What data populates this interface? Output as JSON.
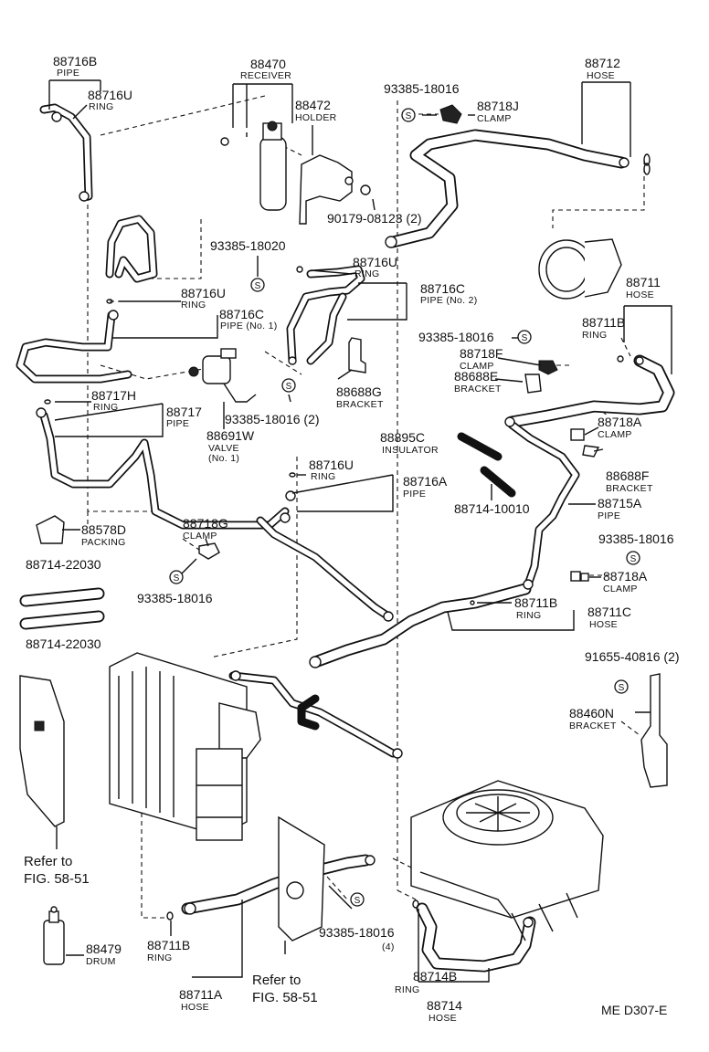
{
  "labels": {
    "p88716B": {
      "num": "88716B",
      "sub": "PIPE"
    },
    "p88716U_a": {
      "num": "88716U",
      "sub": "RING"
    },
    "p88470": {
      "num": "88470",
      "sub": "RECEIVER"
    },
    "p88472": {
      "num": "88472",
      "sub": "HOLDER"
    },
    "p93385_a": {
      "num": "93385-18016"
    },
    "p88718J": {
      "num": "88718J",
      "sub": "CLAMP"
    },
    "p88712": {
      "num": "88712",
      "sub": "HOSE"
    },
    "p90179": {
      "num": "90179-08123 (2)"
    },
    "p93385_b": {
      "num": "93385-18020"
    },
    "p88716U_b": {
      "num": "88716U",
      "sub": "RING"
    },
    "p88716C_b": {
      "num": "88716C",
      "sub": "PIPE (No. 2)"
    },
    "p88716U_c": {
      "num": "88716U",
      "sub": "RING"
    },
    "p88716C_a": {
      "num": "88716C",
      "sub": "PIPE (No. 1)"
    },
    "p88711": {
      "num": "88711",
      "sub": "HOSE"
    },
    "p88711B_a": {
      "num": "88711B",
      "sub": "RING"
    },
    "p93385_c": {
      "num": "93385-18016"
    },
    "p88718F": {
      "num": "88718F",
      "sub": "CLAMP"
    },
    "p88688E": {
      "num": "88688E",
      "sub": "BRACKET"
    },
    "p88688G": {
      "num": "88688G",
      "sub": "BRACKET"
    },
    "p88717H": {
      "num": "88717H",
      "sub": "RING"
    },
    "p88717": {
      "num": "88717",
      "sub": "PIPE"
    },
    "p93385_d": {
      "num": "93385-18016 (2)"
    },
    "p88691W": {
      "num": "88691W",
      "sub": "VALVE",
      "sub2": "(No. 1)"
    },
    "p88895C": {
      "num": "88895C",
      "sub": "INSULATOR"
    },
    "p88718A_a": {
      "num": "88718A",
      "sub": "CLAMP"
    },
    "p88688F": {
      "num": "88688F",
      "sub": "BRACKET"
    },
    "p88716U_d": {
      "num": "88716U",
      "sub": "RING"
    },
    "p88716A": {
      "num": "88716A",
      "sub": "PIPE"
    },
    "p88714_10010": {
      "num": "88714-10010"
    },
    "p88715A": {
      "num": "88715A",
      "sub": "PIPE"
    },
    "p88578D": {
      "num": "88578D",
      "sub": "PACKING"
    },
    "p88718G": {
      "num": "88718G",
      "sub": "CLAMP"
    },
    "p93385_e": {
      "num": "93385-18016"
    },
    "p88714_22030_a": {
      "num": "88714-22030"
    },
    "p88714_22030_b": {
      "num": "88714-22030"
    },
    "p93385_f": {
      "num": "93385-18016"
    },
    "p88718A_b": {
      "num": "88718A",
      "sub": "CLAMP"
    },
    "p88711B_b": {
      "num": "88711B",
      "sub": "RING"
    },
    "p88711C": {
      "num": "88711C",
      "sub": "HOSE"
    },
    "p91655": {
      "num": "91655-40816 (2)"
    },
    "p88460N": {
      "num": "88460N",
      "sub": "BRACKET"
    },
    "p88479": {
      "num": "88479",
      "sub": "DRUM"
    },
    "p88711B_c": {
      "num": "88711B",
      "sub": "RING"
    },
    "p88711A": {
      "num": "88711A",
      "sub": "HOSE"
    },
    "p93385_g": {
      "num": "93385-18016",
      "sub": "(4)"
    },
    "p88714B": {
      "num": "88714B",
      "sub": "RING"
    },
    "p88714": {
      "num": "88714",
      "sub": "HOSE"
    },
    "refer_a": {
      "line1": "Refer to",
      "line2": "FIG. 58-51"
    },
    "refer_b": {
      "line1": "Refer to",
      "line2": "FIG. 58-51"
    },
    "code": "ME  D307-E",
    "s_mark": "S"
  }
}
